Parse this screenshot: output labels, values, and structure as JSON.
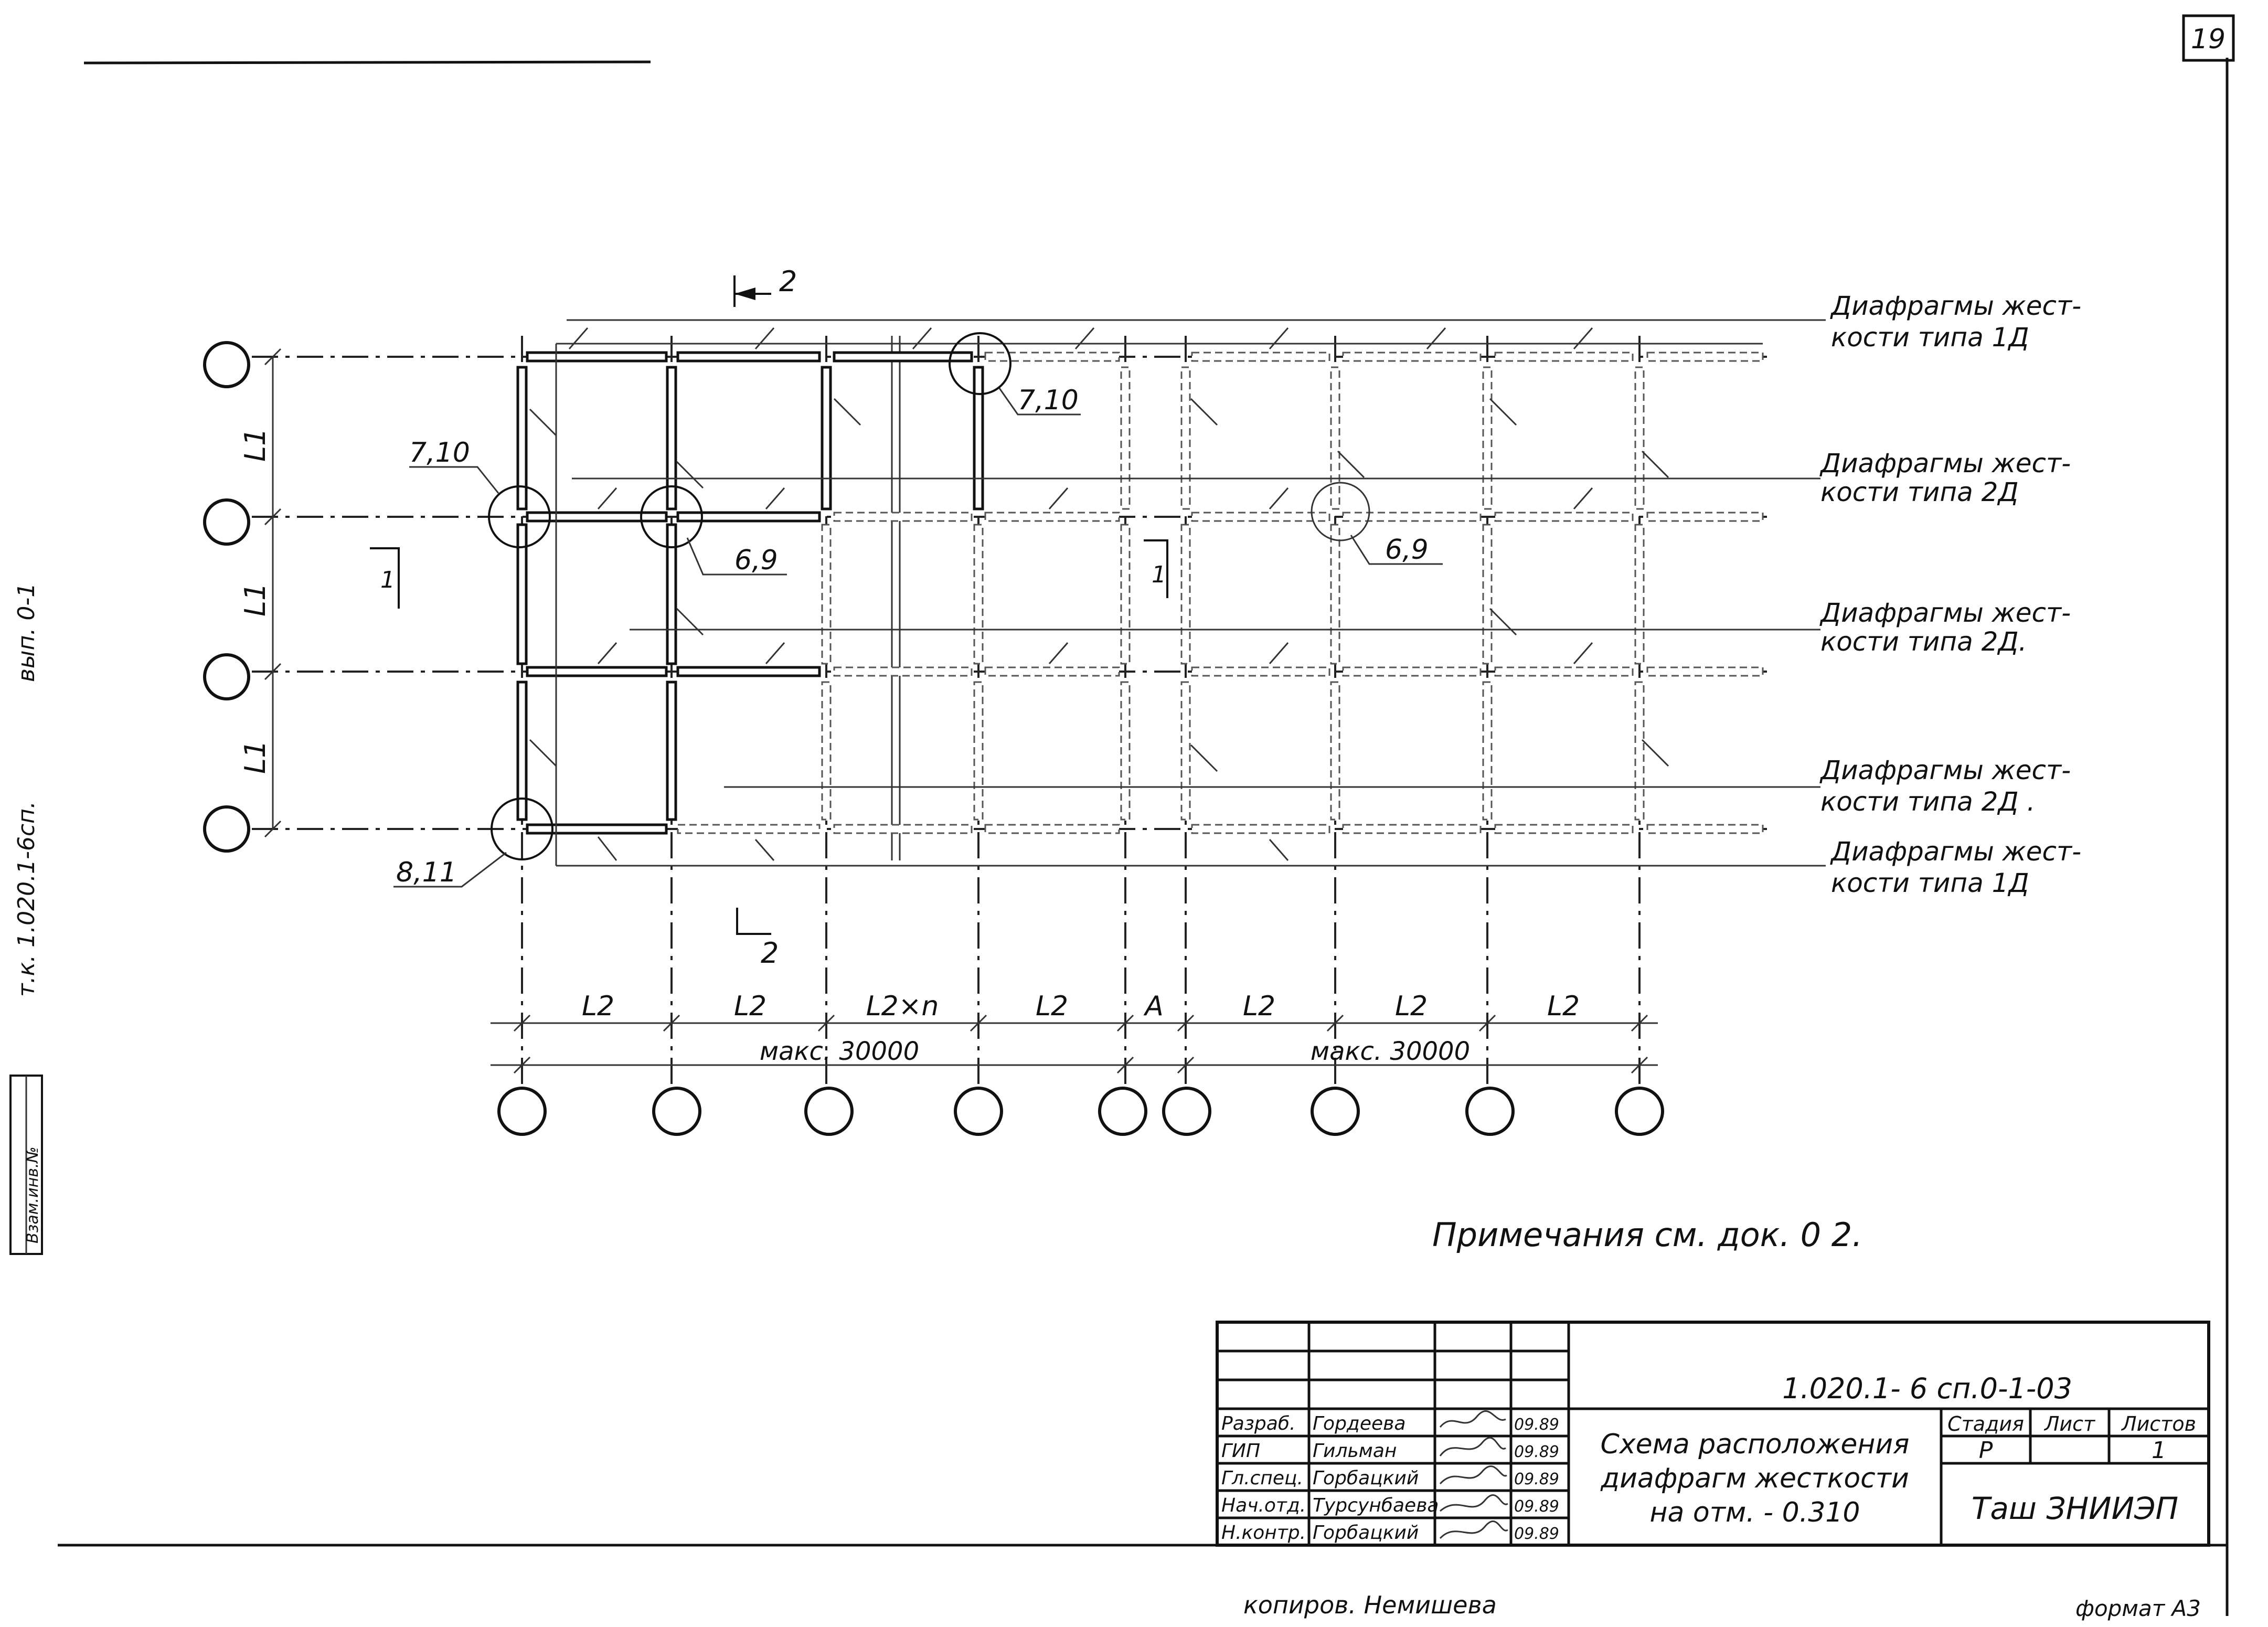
{
  "sheet_number": "19",
  "left_margin": {
    "series_text": "т.к. 1.020.1-6сп.",
    "issue_text": "вып. 0-1",
    "stamp_text": "Взам.инв.№"
  },
  "drawing": {
    "section_marks": [
      {
        "num": "2"
      },
      {
        "num": "2"
      },
      {
        "num": "1"
      },
      {
        "num": "1"
      }
    ],
    "row_spans": [
      "L1",
      "L1",
      "L1"
    ],
    "col_spans": [
      "L2",
      "L2",
      "L2×n",
      "L2",
      "A",
      "L2",
      "L2",
      "L2"
    ],
    "total_dims": [
      "макс. 30000",
      "макс. 30000"
    ],
    "node_callouts": [
      "7,10",
      "7,10",
      "6,9",
      "6,9",
      "8,11"
    ],
    "diaphragm_labels": [
      {
        "line1": "Диафрагмы жест-",
        "line2": "кости типа 1Д"
      },
      {
        "line1": "Диафрагмы жест-",
        "line2": "кости типа 2Д"
      },
      {
        "line1": "Диафрагмы жест-",
        "line2": "кости типа 2Д."
      },
      {
        "line1": "Диафрагмы жест-",
        "line2": "кости типа 2Д ."
      },
      {
        "line1": "Диафрагмы жест-",
        "line2": "кости типа 1Д"
      }
    ],
    "note": "Примечания см. док. 0 2."
  },
  "title_block": {
    "code": "1.020.1- 6 сп.0-1-03",
    "title_lines": [
      "Схема расположения",
      "диафрагм жесткости",
      "на отм. - 0.310"
    ],
    "stage_headers": [
      "Стадия",
      "Лист",
      "Листов"
    ],
    "stage_values": [
      "Р",
      "",
      "1"
    ],
    "org": "Таш ЗНИИЭП",
    "signers": [
      {
        "role": "Разраб.",
        "name": "Гордеева",
        "date": "09.89"
      },
      {
        "role": "ГИП",
        "name": "Гильман",
        "date": "09.89"
      },
      {
        "role": "Гл.спец.",
        "name": "Горбацкий",
        "date": "09.89"
      },
      {
        "role": "Нач.отд.",
        "name": "Турсунбаева",
        "date": "09.89"
      },
      {
        "role": "Н.контр.",
        "name": "Горбацкий",
        "date": "09.89"
      }
    ]
  },
  "footer": {
    "copied_by": "копиров. Немишева",
    "format": "формат А3"
  }
}
